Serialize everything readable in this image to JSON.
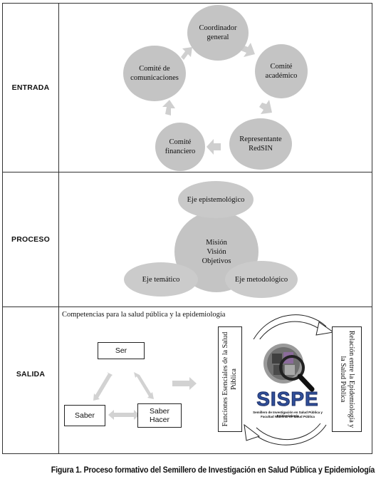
{
  "rows": {
    "entrada": "ENTRADA",
    "proceso": "PROCESO",
    "salida": "SALIDA"
  },
  "entrada": {
    "coordinador": "Coordinador general",
    "academico": "Comité académico",
    "redsin": "Representante RedSIN",
    "financiero": "Comité financiero",
    "comunicaciones": "Comité de comunicaciones"
  },
  "proceso": {
    "center": [
      "Misión",
      "Visión",
      "Objetivos"
    ],
    "epistemologico": "Eje epistemológico",
    "tematico": "Eje temático",
    "metodologico": "Eje metodológico"
  },
  "salida": {
    "heading": "Competencias para la salud pública y la epidemiología",
    "ser": "Ser",
    "saber": "Saber",
    "saber_hacer": "Saber Hacer",
    "funciones": "Funciones Esenciales de la Salud Pública",
    "relacion": "Relación entre la Epidemiología y la Salud Pública",
    "logo_text": "SISPE",
    "logo_sub_1": "Semillero de Investigación en Salud Pública y Epidemiología",
    "logo_sub_2": "Facultad Nacional de Salud Pública"
  },
  "caption": "Figura 1. Proceso formativo del Semillero de Investigación en Salud Pública y Epidemiología",
  "colors": {
    "circle_fill": "#c4c4c4",
    "arrow_fill": "#cfcfcf",
    "border": "#333333",
    "logo_blue": "#2f4f9a"
  }
}
